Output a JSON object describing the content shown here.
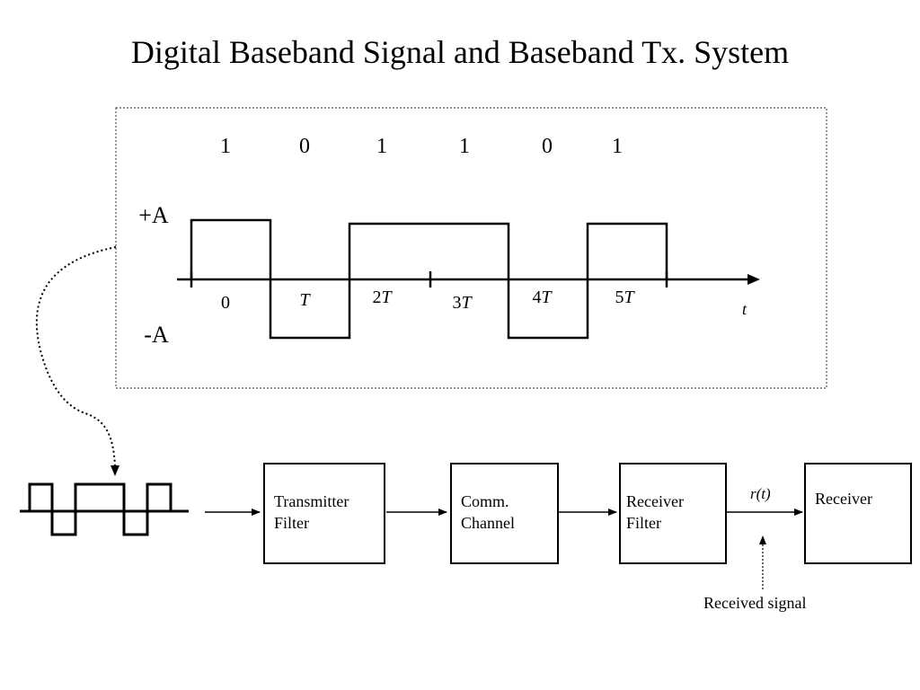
{
  "title": "Digital Baseband Signal and Baseband Tx. System",
  "waveform": {
    "bits": [
      "1",
      "0",
      "1",
      "1",
      "0",
      "1"
    ],
    "plus_level": "+A",
    "minus_level": "-A",
    "time_label": "t",
    "ticks": [
      {
        "pre": "",
        "var": "0",
        "var_italic": false
      },
      {
        "pre": "",
        "var": "T",
        "var_italic": true
      },
      {
        "pre": "2",
        "var": "T",
        "var_italic": true
      },
      {
        "pre": "3",
        "var": "T",
        "var_italic": true
      },
      {
        "pre": "4",
        "var": "T",
        "var_italic": true
      },
      {
        "pre": "5",
        "var": "T",
        "var_italic": true
      }
    ]
  },
  "system": {
    "blocks": [
      {
        "id": "tx-filter",
        "label": "Transmitter\nFilter"
      },
      {
        "id": "channel",
        "label": "Comm.\nChannel"
      },
      {
        "id": "rx-filter",
        "label": "Receiver\nFilter"
      },
      {
        "id": "receiver",
        "label": "Receiver"
      }
    ],
    "signal_name": "r(t)",
    "received_note": "Received signal"
  }
}
